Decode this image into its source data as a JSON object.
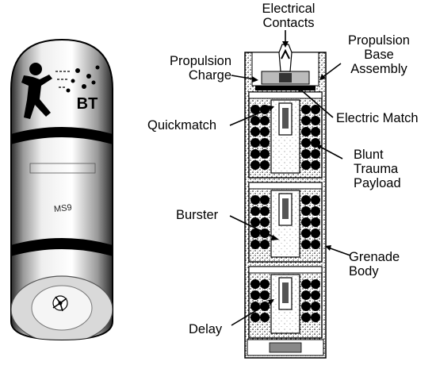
{
  "cartridge": {
    "logo_text": "BT",
    "print_line1": "",
    "print_line2": "",
    "print_line3": "",
    "print_line4": "MS9"
  },
  "labels": {
    "electrical_contacts": [
      "Electrical",
      "Contacts"
    ],
    "propulsion_base_assembly": [
      "Propulsion",
      "Base",
      "Assembly"
    ],
    "propulsion_charge": [
      "Propulsion",
      "Charge"
    ],
    "quickmatch": "Quickmatch",
    "electric_match": "Electric Match",
    "blunt_trauma_payload": [
      "Blunt",
      "Trauma",
      "Payload"
    ],
    "burster": "Burster",
    "grenade_body": [
      "Grenade",
      "Body"
    ],
    "delay": "Delay"
  }
}
